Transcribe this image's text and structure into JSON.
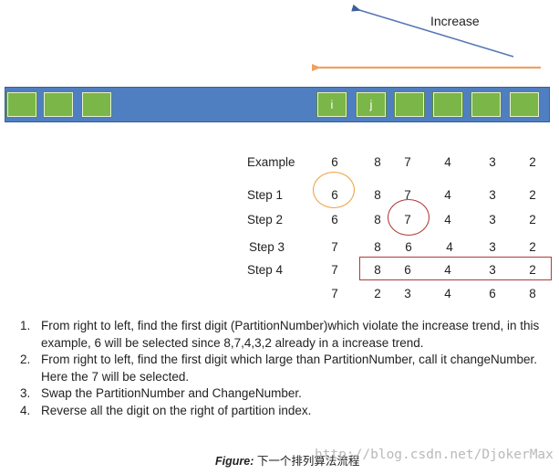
{
  "arrows": {
    "increase_label": "Increase"
  },
  "bar": {
    "cells": [
      {
        "label": ""
      },
      {
        "label": ""
      },
      {
        "label": ""
      },
      {
        "label": "i"
      },
      {
        "label": "j"
      },
      {
        "label": ""
      },
      {
        "label": ""
      },
      {
        "label": ""
      },
      {
        "label": ""
      }
    ]
  },
  "table": {
    "rows": [
      {
        "label": "Example",
        "values": [
          "6",
          "8",
          "7",
          "4",
          "3",
          "2"
        ]
      },
      {
        "label": "Step 1",
        "values": [
          "6",
          "8",
          "7",
          "4",
          "3",
          "2"
        ]
      },
      {
        "label": "Step 2",
        "values": [
          "6",
          "8",
          "7",
          "4",
          "3",
          "2"
        ]
      },
      {
        "label": "Step 3",
        "values": [
          "7",
          "8",
          "6",
          "4",
          "3",
          "2"
        ]
      },
      {
        "label": "Step 4",
        "values": [
          "7",
          "8",
          "6",
          "4",
          "3",
          "2"
        ]
      },
      {
        "label": "",
        "values": [
          "7",
          "2",
          "3",
          "4",
          "6",
          "8"
        ]
      }
    ]
  },
  "instructions": [
    {
      "num": "1.",
      "text": "From right to left, find the first digit (PartitionNumber)which violate the increase trend, in this example, 6 will be selected since 8,7,4,3,2 already in a increase trend."
    },
    {
      "num": "2.",
      "text": "From right to left, find the first digit which large than PartitionNumber, call it changeNumber. Here the 7 will be selected."
    },
    {
      "num": "3.",
      "text": "Swap the PartitionNumber and ChangeNumber."
    },
    {
      "num": "4.",
      "text": "Reverse all the digit on the right of partition index."
    }
  ],
  "caption": {
    "figure_label": "Figure:",
    "text": "下一个排列算法流程"
  },
  "watermark": "http://blog.csdn.net/DjokerMax",
  "colors": {
    "bar_blue": "#4f7fc0",
    "cell_green": "#7ab648",
    "arrow_blue": "#3d5f9e",
    "arrow_orange": "#f0a060",
    "circle_orange": "#f0a040",
    "highlight_red": "#b03a3a"
  }
}
